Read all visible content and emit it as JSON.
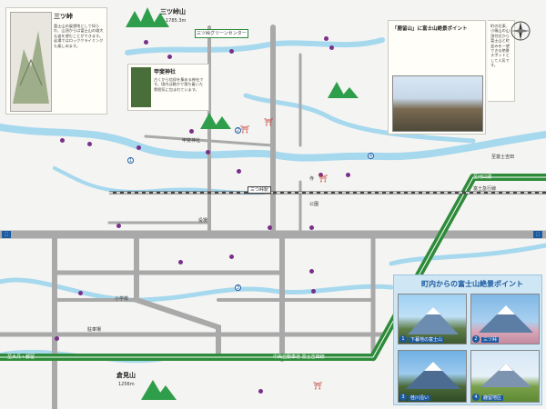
{
  "colors": {
    "river": "#a6d8ee",
    "road_gray": "#9e9e9e",
    "highway_green": "#2e8b3a",
    "rail": "#444444",
    "poi_purple": "#7a2f8a",
    "mountain": "#2f9e4a",
    "accent_blue": "#1b5aa0",
    "temple_red": "#c0392b"
  },
  "panels": {
    "mitsutoge": {
      "title": "三ツ峠",
      "text": "富士山の展望地として知られ、山頂からは富士山の雄大な姿を望むことができます。岩場ではロッククライミングも楽しめます。"
    },
    "fourth": {
      "title": "甲斐神社",
      "text": "古くから信仰を集める神社です。境内は静かで落ち着いた雰囲気に包まれています。"
    },
    "top_right": {
      "title": "「鹿留山」に富士山絶景ポイント",
      "text": "町の北東、小篠山の山頂付近から富士山と町並みを一望できる絶景スポットとして人気です。"
    },
    "bottom_right": {
      "title": "町内からの富士山絶景ポイント"
    }
  },
  "peaks": {
    "mitsutoge": {
      "name": "三ツ峠山",
      "height": "1785.3m"
    },
    "kuramiyama": {
      "name": "倉見山",
      "height": "1256m"
    }
  },
  "photos": [
    {
      "num": "1",
      "caption": "下暮地の富士山"
    },
    {
      "num": "2",
      "caption": "三ツ峠"
    },
    {
      "num": "3",
      "caption": "桂川沿い"
    },
    {
      "num": "4",
      "caption": "鹿留地区"
    }
  ],
  "routes": [
    "1",
    "2",
    "3",
    "4"
  ],
  "labels": {
    "station_top": "三つ峠駅",
    "rail_line": "富士急行線",
    "chuo_road": "中央自動車道 富士吉田線",
    "road_left_bottom": "至大月・都留",
    "road_right_bottom": "至河口湖",
    "road_right": "至富士吉田",
    "area_green_center": "三ツ峠グリーンセンター",
    "shrine_1": "甲斐神社",
    "school": "小学校",
    "town_office": "役場",
    "park": "公園",
    "temple": "寺",
    "parking": "駐車場"
  }
}
